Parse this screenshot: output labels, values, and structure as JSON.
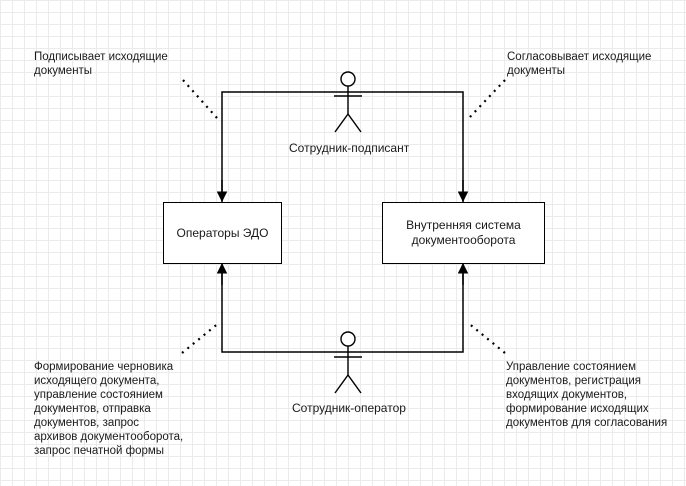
{
  "nodes": {
    "operators_edo": "Операторы ЭДО",
    "internal_system": "Внутренняя система\nдокументооборота"
  },
  "actors": {
    "signer": "Сотрудник-подписант",
    "operator": "Сотрудник-оператор"
  },
  "notes": {
    "signer_left": "Подписывает исходящие\nдокументы",
    "signer_right": "Согласовывает исходящие\nдокументы",
    "operator_left": "Формирование черновика\nисходящего документа,\nуправление состоянием\nдокументов, отправка\nдокументов, запрос\nархивов документооборота,\nзапрос печатной формы",
    "operator_right": "Управление состоянием\nдокументов, регистрация\nвходящих документов,\nформирование исходящих\nдокументов для согласования"
  },
  "colors": {
    "line": "#000000",
    "grid": "#ebebeb",
    "text": "#1a1a1a"
  }
}
